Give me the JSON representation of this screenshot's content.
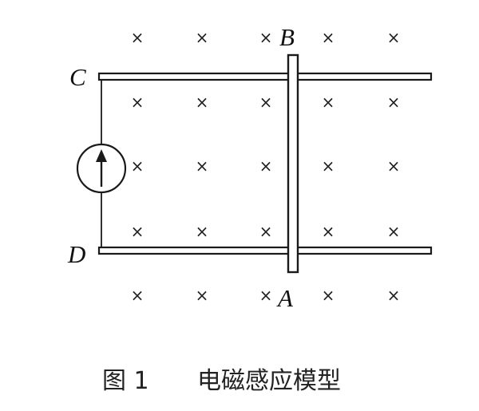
{
  "labels": {
    "top_left": "C",
    "bottom_left": "D",
    "rod_top": "B",
    "rod_bottom": "A"
  },
  "field_symbol": "×",
  "meter_symbol": "galvanometer-arrow-up-icon",
  "caption": {
    "figure_number": "图 1",
    "title": "电磁感应模型"
  }
}
